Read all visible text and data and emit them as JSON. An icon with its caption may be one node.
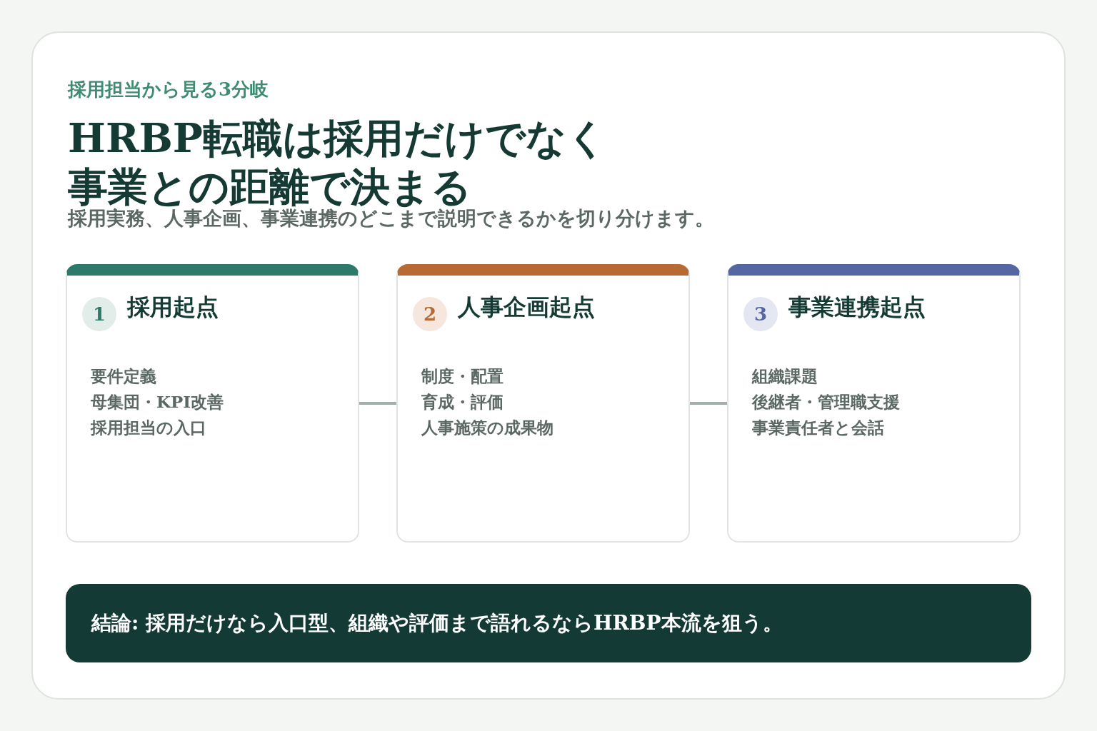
{
  "diagram": {
    "title": "HRBP転職は採用だけでなく事業との距離で決まる",
    "nodes": [
      {
        "text": [
          "採用起点",
          "要件定義",
          "母集団・KPI改善",
          "採用担当の入口"
        ]
      },
      {
        "text": [
          "1"
        ],
        "in": 0
      },
      {
        "text": [
          "人事企画起点",
          "制度・配置",
          "育成・評価",
          "人事施策の成果物"
        ]
      },
      {
        "text": [
          "2"
        ],
        "in": 2
      },
      {
        "text": [
          "事業連携起点",
          "組織課題",
          "後継者・管理職支援",
          "事業責任者と会話"
        ]
      },
      {
        "text": [
          "3"
        ],
        "in": 4
      },
      {
        "text": [
          "結論: 採用だけなら入口型、組織や評価まで語れるならHRBP本流を狙う。"
        ]
      }
    ],
    "edges": [
      {
        "from": 0,
        "to": 2,
        "arrow": "none"
      },
      {
        "from": 2,
        "to": 4,
        "arrow": "none"
      }
    ],
    "labels": [
      "採用担当から見る3分岐",
      "採用実務、人事企画、事業連携のどこまで説明できるかを切り分けます。"
    ]
  }
}
